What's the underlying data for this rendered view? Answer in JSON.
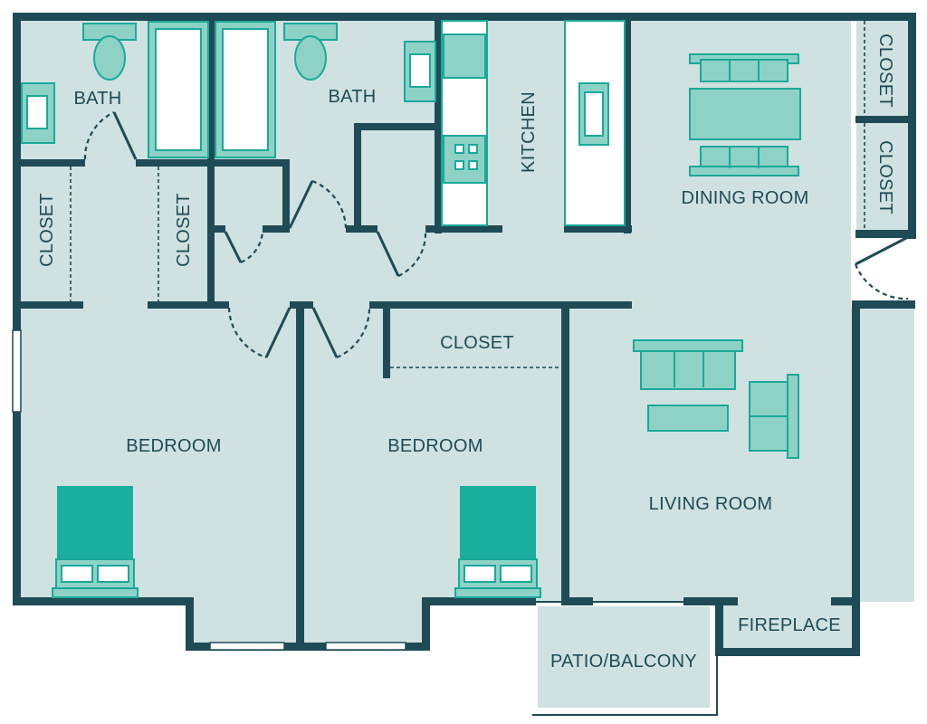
{
  "rooms": {
    "bath_left": "BATH",
    "bath_right": "BATH",
    "kitchen": "KITCHEN",
    "dining": "DINING ROOM",
    "closet_dining_top": "CLOSET",
    "closet_dining_bottom": "CLOSET",
    "closet_left_1": "CLOSET",
    "closet_left_2": "CLOSET",
    "closet_mid": "CLOSET",
    "bedroom_left": "BEDROOM",
    "bedroom_mid": "BEDROOM",
    "living": "LIVING ROOM",
    "fireplace": "FIREPLACE",
    "patio": "PATIO/BALCONY"
  },
  "colors": {
    "wall": "#1f4b57",
    "floor": "#cfe1e0",
    "fixture": "#8ed2c6",
    "fixture_stroke": "#1aa99a",
    "bed": "#1aaf9d"
  }
}
